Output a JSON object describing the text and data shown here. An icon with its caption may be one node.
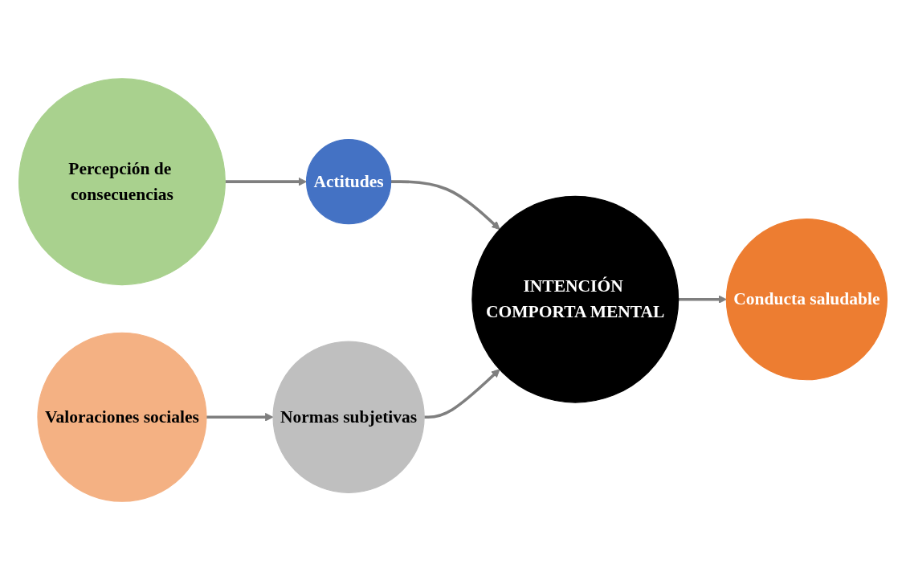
{
  "diagram": {
    "nodes": [
      {
        "text": [
          "Percepción de consecuencias"
        ]
      },
      {
        "text": [
          "Actitudes"
        ]
      },
      {
        "text": [
          "INTENCIÓN COMPORTA MENTAL"
        ]
      },
      {
        "text": [
          "Conducta saludable"
        ]
      },
      {
        "text": [
          "Valoraciones sociales"
        ]
      },
      {
        "text": [
          "Normas subjetivas"
        ]
      }
    ],
    "edges": [
      {
        "from": 0,
        "to": 1,
        "arrow": "to"
      },
      {
        "from": 1,
        "to": 2,
        "arrow": "to"
      },
      {
        "from": 2,
        "to": 3,
        "arrow": "to"
      },
      {
        "from": 4,
        "to": 5,
        "arrow": "to"
      },
      {
        "from": 5,
        "to": 2,
        "arrow": "to"
      }
    ]
  }
}
